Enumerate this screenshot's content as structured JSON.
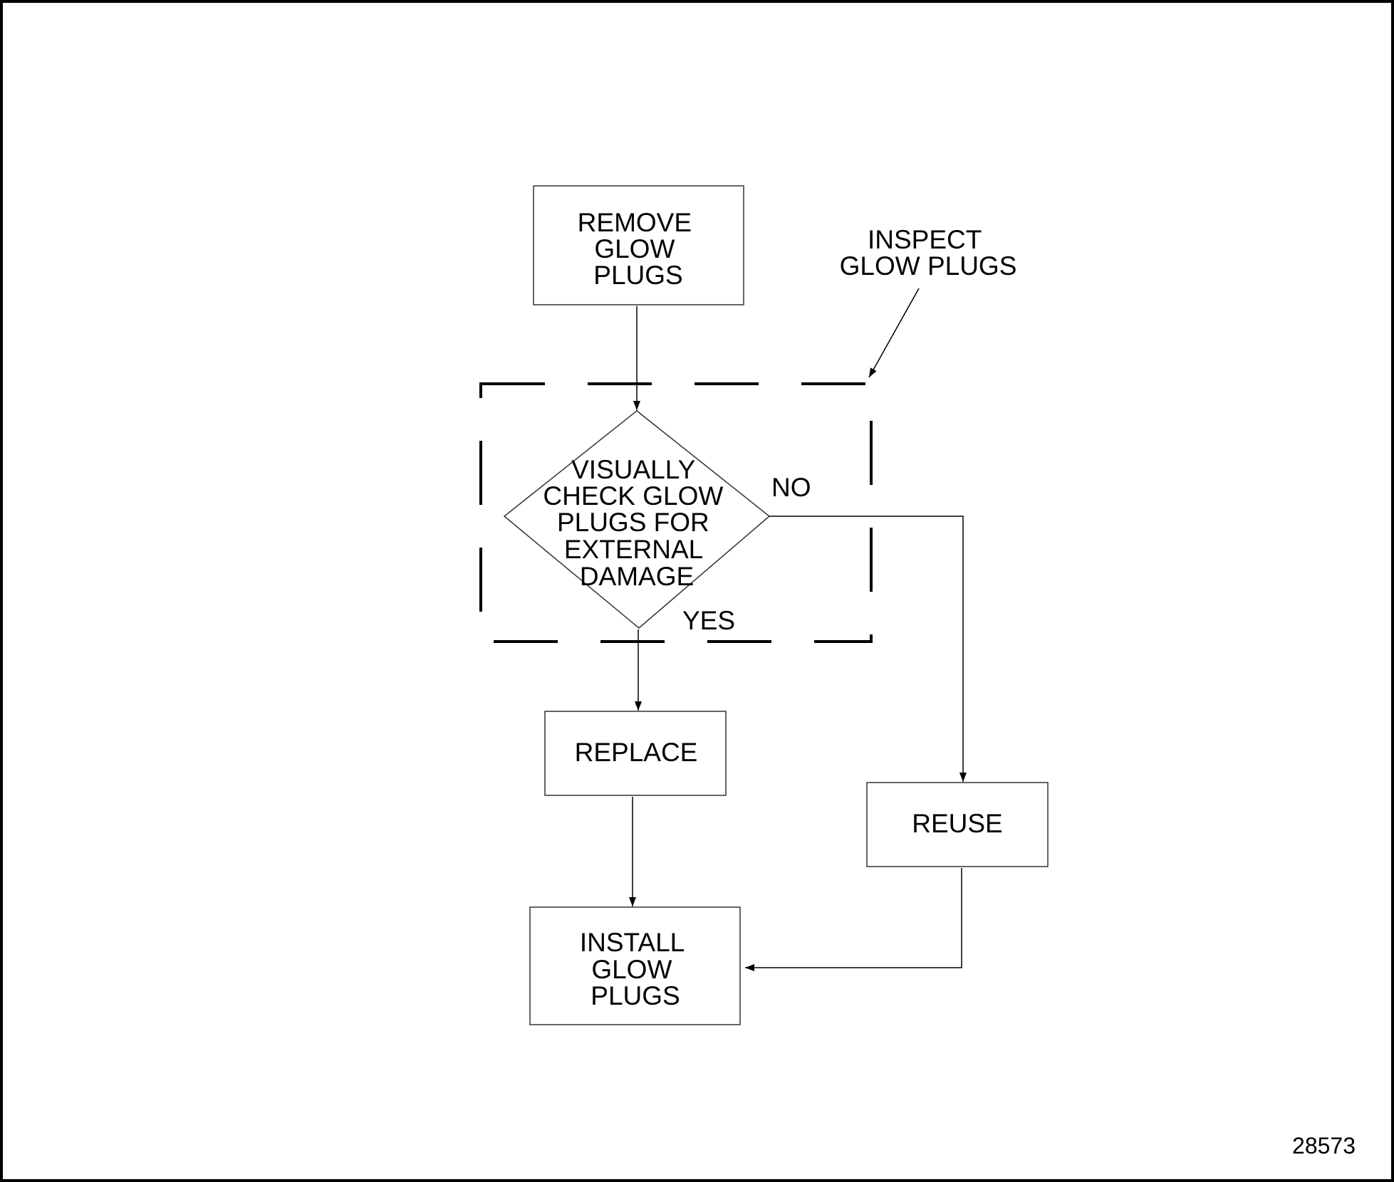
{
  "diagram": {
    "nodes": {
      "remove": {
        "shape": "rectangle",
        "lines": [
          "REMOVE",
          "GLOW",
          "PLUGS"
        ]
      },
      "check": {
        "shape": "diamond",
        "lines": [
          "VISUALLY",
          "CHECK GLOW",
          "PLUGS FOR",
          "EXTERNAL",
          "DAMAGE"
        ]
      },
      "replace": {
        "shape": "rectangle",
        "lines": [
          "REPLACE"
        ]
      },
      "reuse": {
        "shape": "rectangle",
        "lines": [
          "REUSE"
        ]
      },
      "install": {
        "shape": "rectangle",
        "lines": [
          "INSTALL",
          "GLOW",
          "PLUGS"
        ]
      }
    },
    "edges": [
      {
        "from": "remove",
        "to": "check",
        "label": ""
      },
      {
        "from": "check",
        "to": "replace",
        "label": "YES"
      },
      {
        "from": "check",
        "to": "reuse",
        "label": "NO"
      },
      {
        "from": "replace",
        "to": "install",
        "label": ""
      },
      {
        "from": "reuse",
        "to": "install",
        "label": ""
      }
    ],
    "edge_labels": {
      "yes": "YES",
      "no": "NO"
    },
    "callout": {
      "lines": [
        "INSPECT",
        "GLOW PLUGS"
      ],
      "target": "dashed inspection group"
    },
    "figure_number": "28573"
  },
  "colors": {
    "stroke": "#000000",
    "box_stroke": "#333333",
    "background": "#ffffff"
  }
}
